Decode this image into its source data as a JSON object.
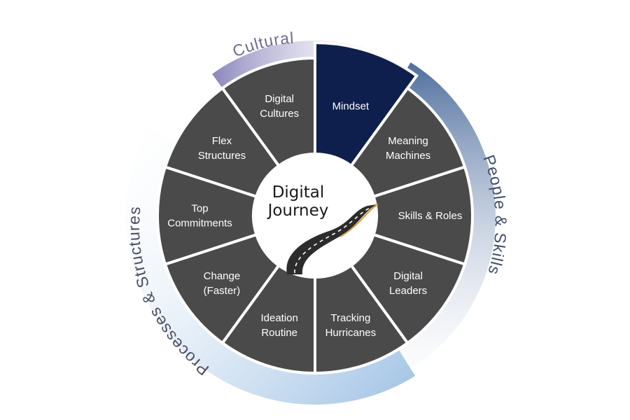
{
  "diagram": {
    "center": {
      "line1": "Digital",
      "line2": "Journey"
    },
    "segments": [
      {
        "lines": [
          "Mindset"
        ],
        "highlight": true
      },
      {
        "lines": [
          "Meaning",
          "Machines"
        ],
        "highlight": false
      },
      {
        "lines": [
          "Skills & Roles"
        ],
        "highlight": false
      },
      {
        "lines": [
          "Digital",
          "Leaders"
        ],
        "highlight": false
      },
      {
        "lines": [
          "Tracking",
          "Hurricanes"
        ],
        "highlight": false
      },
      {
        "lines": [
          "Ideation",
          "Routine"
        ],
        "highlight": false
      },
      {
        "lines": [
          "Change",
          "(Faster)"
        ],
        "highlight": false
      },
      {
        "lines": [
          "Top",
          "Commitments"
        ],
        "highlight": false
      },
      {
        "lines": [
          "Flex",
          "Structures"
        ],
        "highlight": false
      },
      {
        "lines": [
          "Digital",
          "Cultures"
        ],
        "highlight": false
      }
    ],
    "bands": [
      {
        "name": "cultural",
        "label": "Cultural",
        "color": "#8b86bd"
      },
      {
        "name": "people-skills",
        "label": "People & Skills",
        "color": "#4f6f9e"
      },
      {
        "name": "processes-structures",
        "label": "Processes & Structures",
        "color": "#9ec1e4"
      }
    ],
    "colors": {
      "segment": "#4a4a4a",
      "highlight": "#0f1f4d",
      "separator": "#ffffff",
      "label_text": "#ffffff",
      "band_text": "#5b5b73"
    }
  }
}
